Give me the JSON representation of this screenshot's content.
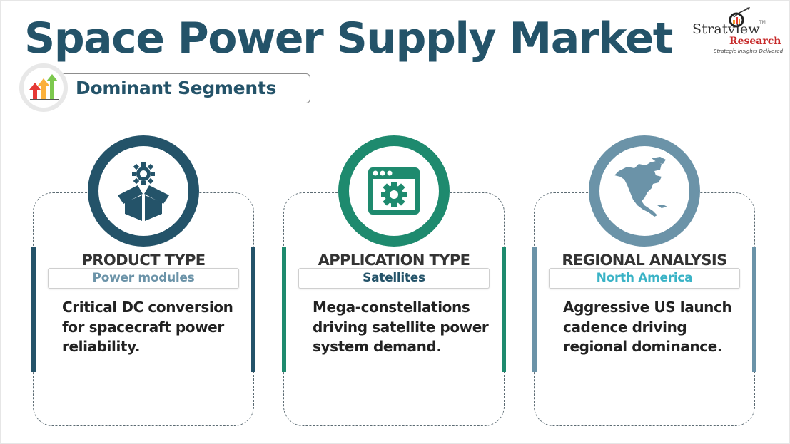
{
  "header": {
    "title": "Space Power Supply Market",
    "subtitle": "Dominant Segments",
    "subtitle_icon": "growth-arrows-icon"
  },
  "logo": {
    "brand": "Stratview",
    "trademark": "TM",
    "sub": "Research",
    "tagline": "Strategic Insights Delivered"
  },
  "colors": {
    "title": "#245369",
    "product": "#245369",
    "application": "#1e8a6e",
    "regional": "#6b93a8",
    "regional_value": "#3ab3c6"
  },
  "cards": [
    {
      "icon": "box-gear-icon",
      "heading": "PRODUCT TYPE",
      "value": "Power modules",
      "description": "Critical DC conversion for spacecraft power reliability."
    },
    {
      "icon": "app-window-gear-icon",
      "heading": "APPLICATION TYPE",
      "value": "Satellites",
      "description": "Mega-constellations driving satellite power system demand."
    },
    {
      "icon": "north-america-map-icon",
      "heading": "REGIONAL ANALYSIS",
      "value": "North America",
      "description": "Aggressive US launch cadence driving regional dominance."
    }
  ]
}
